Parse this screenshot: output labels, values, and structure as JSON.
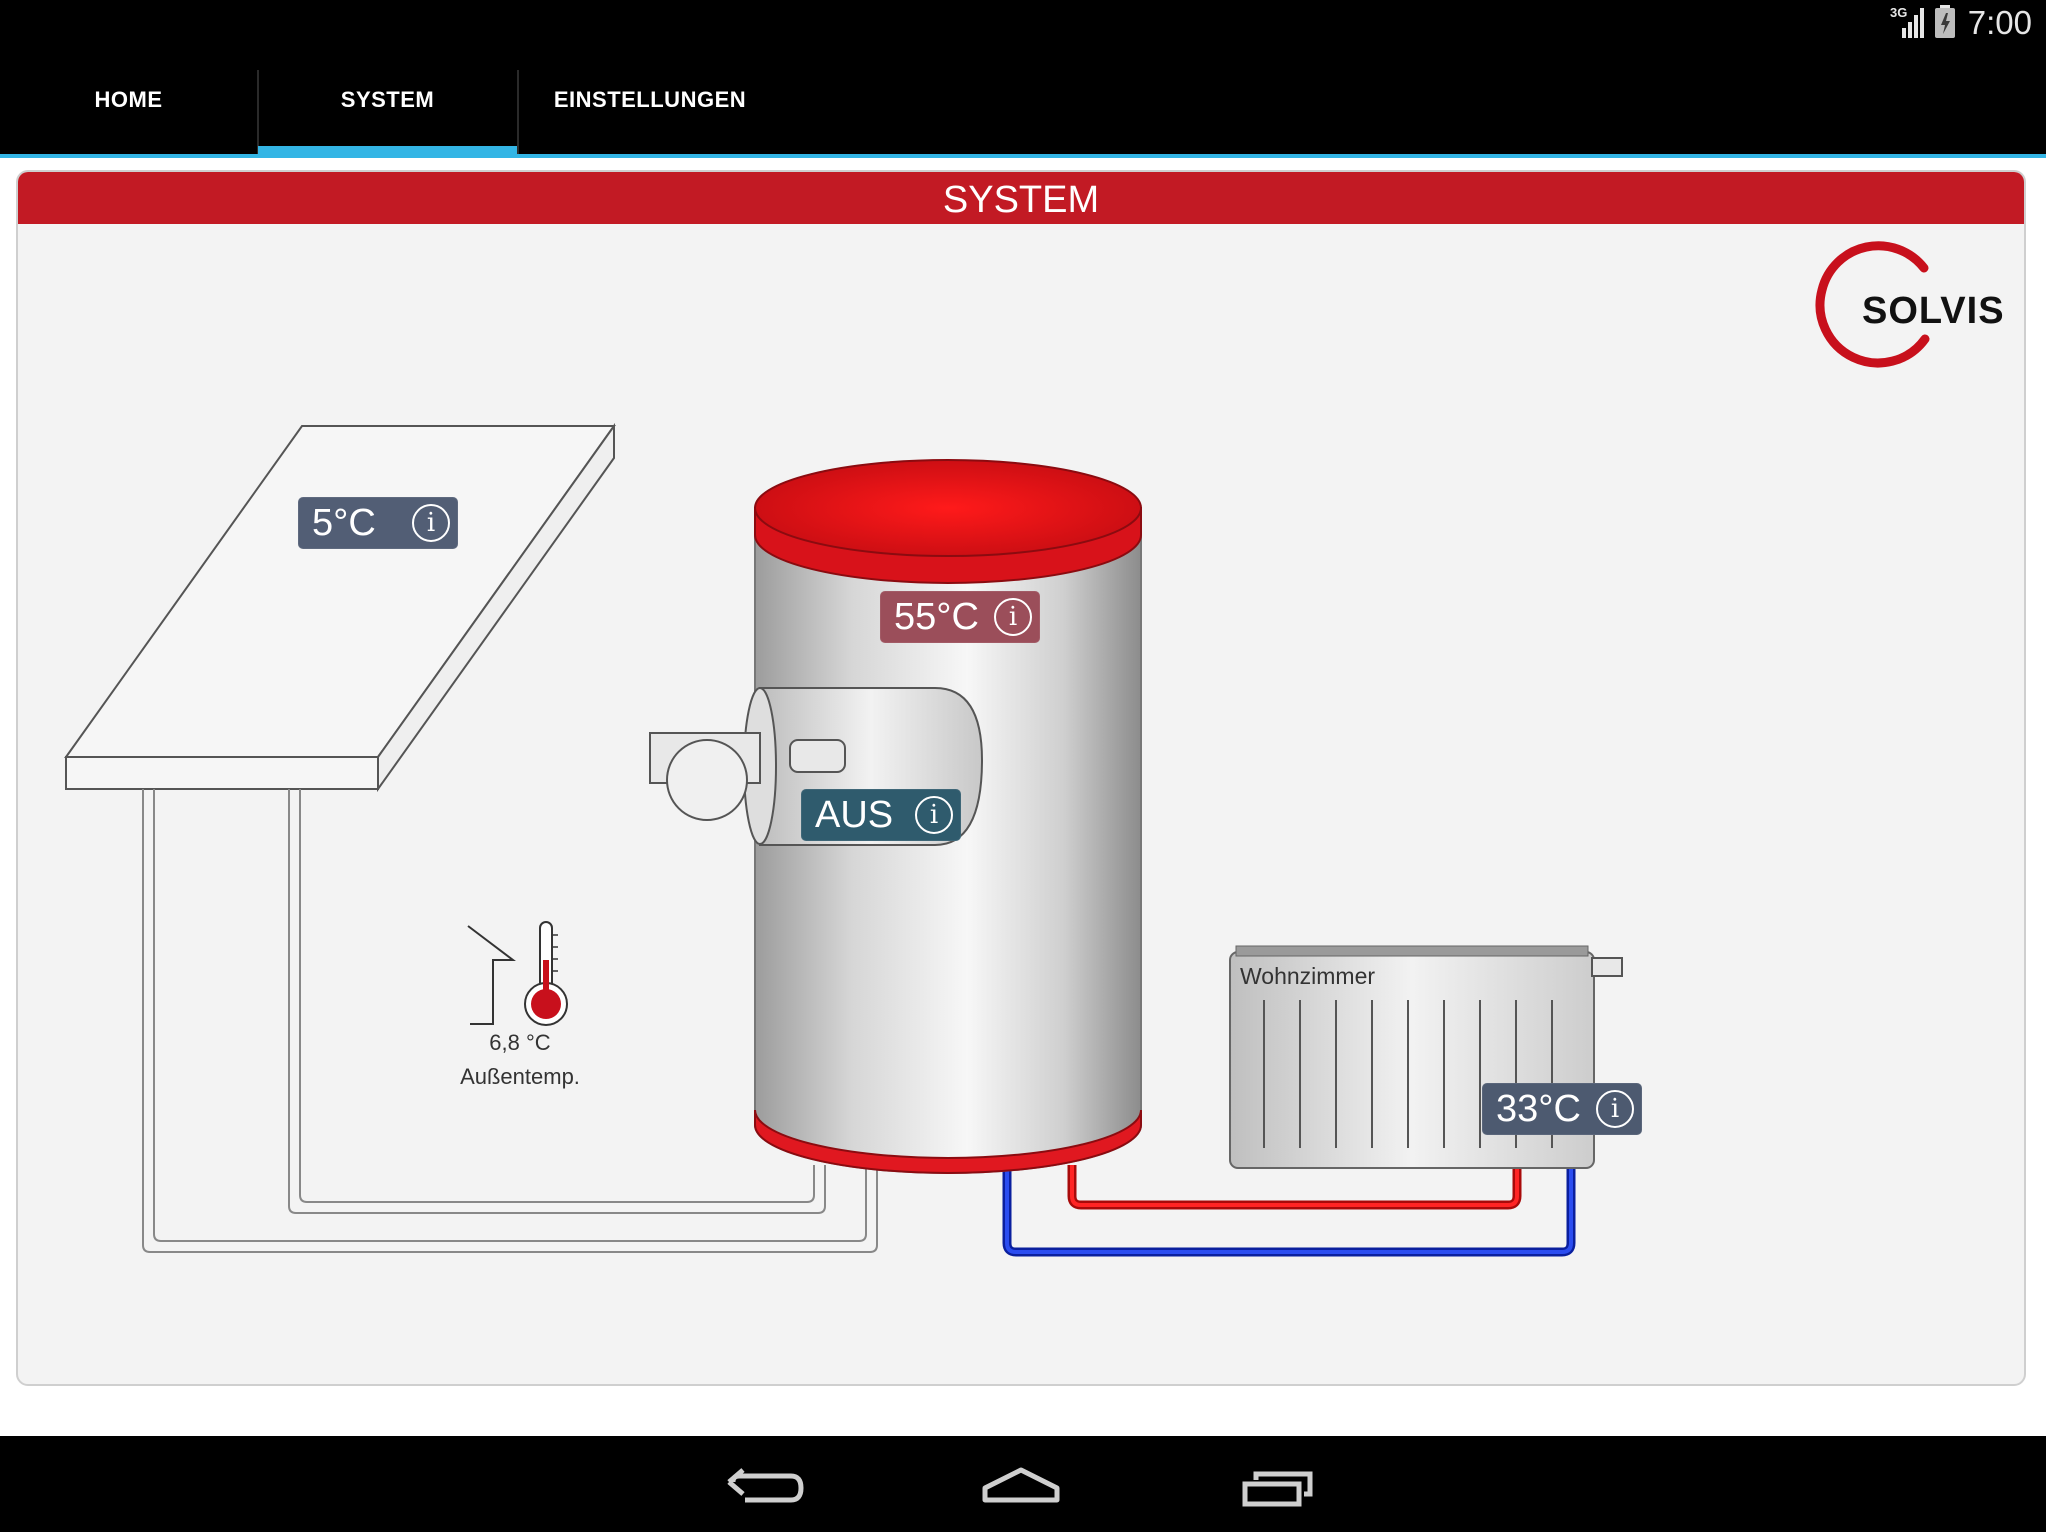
{
  "status_bar": {
    "network_label": "3G",
    "time": "7:00"
  },
  "tabs": [
    {
      "label": "HOME",
      "selected": false
    },
    {
      "label": "SYSTEM",
      "selected": true
    },
    {
      "label": "EINSTELLUNGEN",
      "selected": false
    }
  ],
  "colors": {
    "accent": "#33b5e5",
    "header": "#c21a24",
    "tank_red": "#e8141c",
    "supply_pipe": "#e01010",
    "return_pipe": "#1030c8"
  },
  "panel": {
    "title": "SYSTEM",
    "logo": "SOLVIS"
  },
  "system": {
    "collector": {
      "temperature": "5°C",
      "info_icon": "i"
    },
    "tank": {
      "temperature": "55°C",
      "info_icon": "i"
    },
    "burner": {
      "status": "AUS",
      "info_icon": "i"
    },
    "outside": {
      "temperature": "6,8 °C",
      "label": "Außentemp."
    },
    "radiator": {
      "room": "Wohnzimmer",
      "temperature": "33°C",
      "info_icon": "i"
    }
  },
  "navigation": {
    "back": "back-icon",
    "home": "home-icon",
    "recents": "recent-apps-icon"
  }
}
